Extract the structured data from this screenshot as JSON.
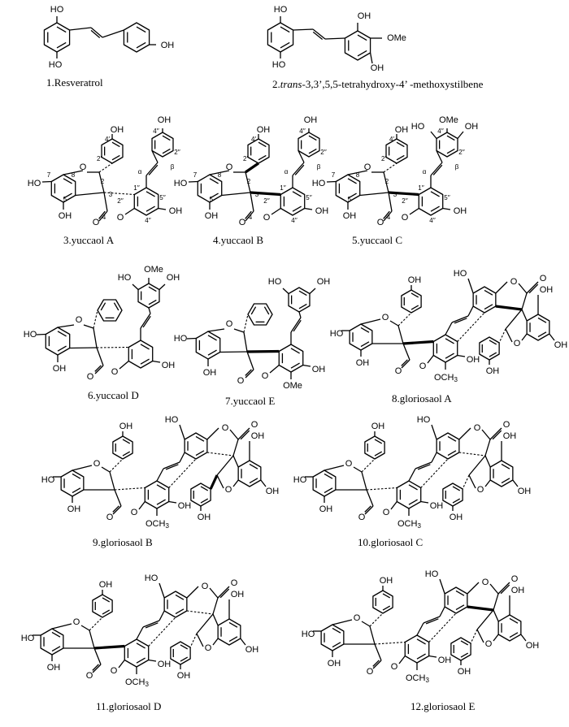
{
  "compounds": [
    {
      "num": "1.",
      "name": "Resveratrol"
    },
    {
      "num": "2.",
      "name_prefix": "trans",
      "name": "-3,3’,5,5-tetrahydroxy-4’ -methoxystilbene"
    },
    {
      "num": "3.",
      "name": "yuccaol A"
    },
    {
      "num": "4.",
      "name": "yuccaol B"
    },
    {
      "num": "5.",
      "name": "yuccaol C"
    },
    {
      "num": "6.",
      "name": "yuccaol D"
    },
    {
      "num": "7.",
      "name": "yuccaol E"
    },
    {
      "num": "8.",
      "name": "gloriosaol A"
    },
    {
      "num": "9.",
      "name": "gloriosaol B"
    },
    {
      "num": "10.",
      "name": "gloriosaol C"
    },
    {
      "num": "11.",
      "name": "gloriosaol D"
    },
    {
      "num": "12.",
      "name": "gloriosaol E"
    }
  ],
  "groups": {
    "hydroxyl": "OH",
    "hydroxyl_left": "HO",
    "methoxy": "OMe",
    "methoxy_full": "OCH",
    "methoxy_sub": "3",
    "oxygen": "O"
  },
  "locants": {
    "alpha": "α",
    "beta": "β",
    "l2": "2",
    "l3": "3",
    "l4": "4",
    "l5": "5",
    "l7": "7",
    "l8": "8",
    "l2p": "2′",
    "l4p": "4′",
    "l1pp": "1′′",
    "l2pp": "2′′",
    "l4pp": "4′′",
    "l5pp": "5′′"
  }
}
